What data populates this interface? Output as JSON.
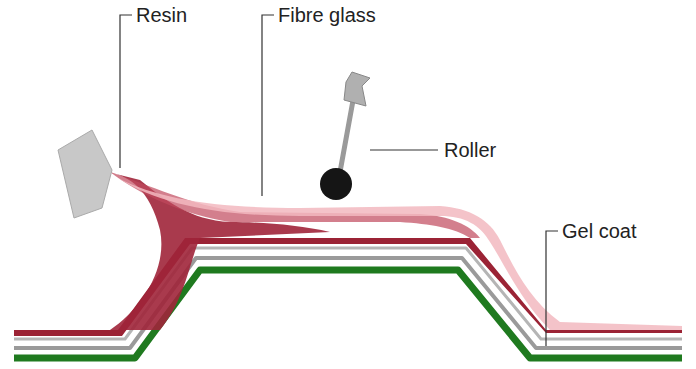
{
  "diagram": {
    "labels": [
      "Resin",
      "Fibre glass",
      "Roller",
      "Gel coat"
    ]
  }
}
